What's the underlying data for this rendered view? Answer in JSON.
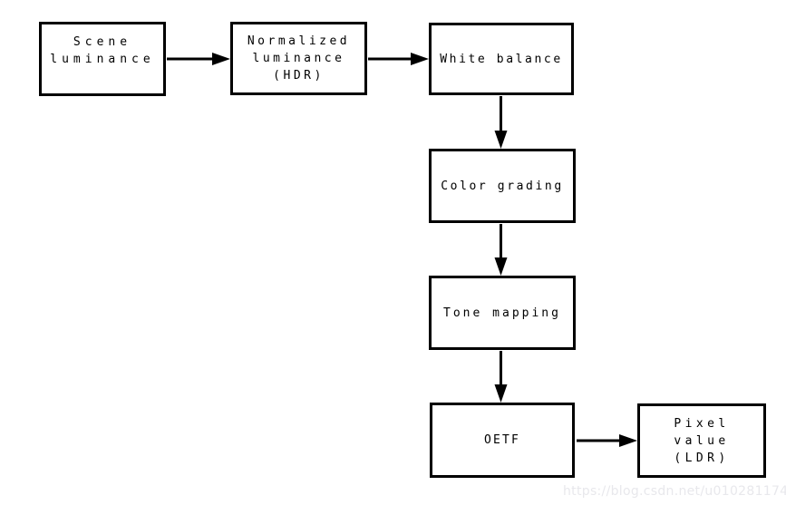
{
  "diagram": {
    "type": "flowchart",
    "nodes": [
      {
        "id": "scene-luminance",
        "label": "Scene\nluminance"
      },
      {
        "id": "normalized-luminance",
        "label": "Normalized\nluminance\n(HDR)"
      },
      {
        "id": "white-balance",
        "label": "White balance"
      },
      {
        "id": "color-grading",
        "label": "Color grading"
      },
      {
        "id": "tone-mapping",
        "label": "Tone mapping"
      },
      {
        "id": "oetf",
        "label": "OETF"
      },
      {
        "id": "pixel-value",
        "label": "Pixel\nvalue\n(LDR)"
      }
    ],
    "edges": [
      {
        "from": "scene-luminance",
        "to": "normalized-luminance",
        "direction": "right"
      },
      {
        "from": "normalized-luminance",
        "to": "white-balance",
        "direction": "right"
      },
      {
        "from": "white-balance",
        "to": "color-grading",
        "direction": "down"
      },
      {
        "from": "color-grading",
        "to": "tone-mapping",
        "direction": "down"
      },
      {
        "from": "tone-mapping",
        "to": "oetf",
        "direction": "down"
      },
      {
        "from": "oetf",
        "to": "pixel-value",
        "direction": "right"
      }
    ],
    "colors": {
      "node_border": "#000000",
      "node_fill": "#ffffff",
      "arrow": "#000000",
      "background": "#ffffff"
    }
  },
  "watermark": {
    "text": "https://blog.csdn.net/u010281174",
    "color": "#e8e8ec"
  }
}
